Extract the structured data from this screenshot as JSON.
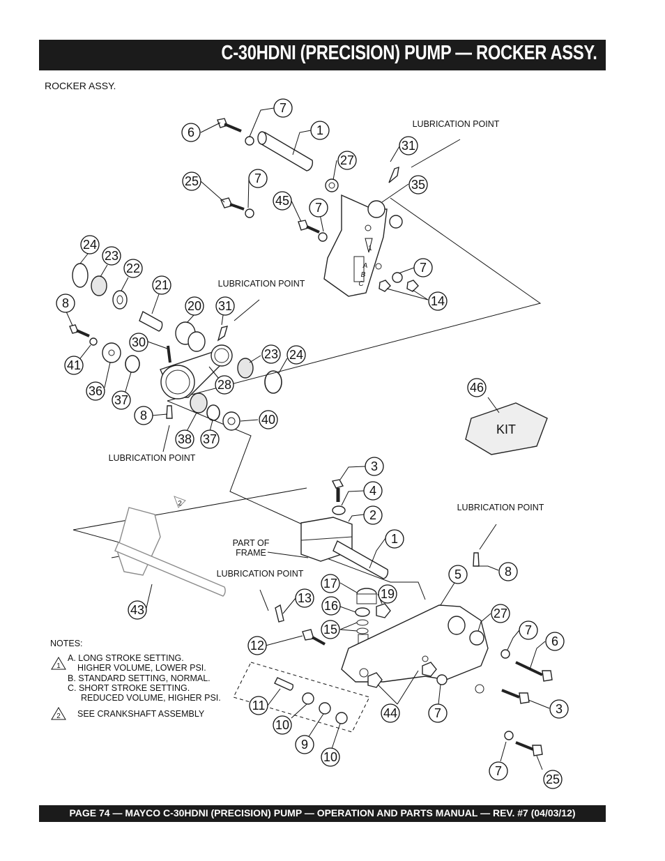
{
  "header": {
    "title": "C-30HDNI (PRECISION) PUMP — ROCKER ASSY."
  },
  "subtitle": "ROCKER ASSY.",
  "footer": {
    "text": "PAGE 74 — MAYCO C-30HDNI (PRECISION) PUMP — OPERATION AND PARTS MANUAL — REV. #7 (04/03/12)"
  },
  "callouts": [
    "7",
    "6",
    "1",
    "27",
    "31",
    "25",
    "7",
    "45",
    "7",
    "35",
    "7",
    "14",
    "24",
    "23",
    "22",
    "21",
    "8",
    "20",
    "31",
    "30",
    "41",
    "23",
    "24",
    "36",
    "37",
    "28",
    "8",
    "38",
    "37",
    "40",
    "46",
    "3",
    "4",
    "2",
    "1",
    "5",
    "8",
    "17",
    "19",
    "16",
    "13",
    "15",
    "12",
    "27",
    "7",
    "6",
    "11",
    "3",
    "10",
    "9",
    "10",
    "44",
    "7",
    "7",
    "25",
    "43"
  ],
  "labels": {
    "lubrication_point": "LUBRICATION POINT",
    "part_of_frame_1": "PART OF",
    "part_of_frame_2": "FRAME",
    "kit": "KIT",
    "letter_a": "A",
    "letter_b": "B",
    "letter_c": "C",
    "marker_1": "1",
    "marker_2": "2"
  },
  "notes": {
    "heading": "NOTES:",
    "lines": [
      "A. LONG STROKE SETTING.",
      "HIGHER VOLUME, LOWER PSI.",
      "B. STANDARD SETTING, NORMAL.",
      "C. SHORT STROKE SETTING.",
      "REDUCED VOLUME, HIGHER PSI.",
      "SEE CRANKSHAFT ASSEMBLY"
    ]
  }
}
